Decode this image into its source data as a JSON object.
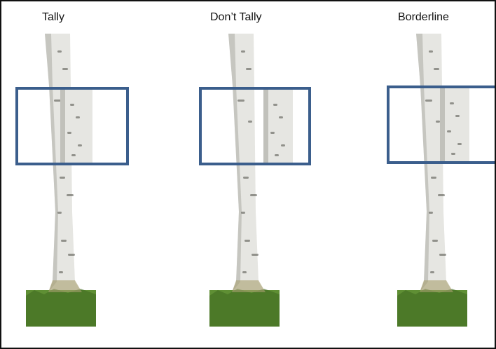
{
  "panels": [
    {
      "label": "Tally"
    },
    {
      "label": "Don’t Tally"
    },
    {
      "label": "Borderline"
    }
  ],
  "colors": {
    "frame": "#111111",
    "prism_box": "#3b5e8c",
    "bark": "#e6e6e2",
    "bark_shadow": "#b8b8b2",
    "bark_mark": "#4a4a44",
    "grass": "#5f8f34",
    "grass_dark": "#3f6a22"
  }
}
